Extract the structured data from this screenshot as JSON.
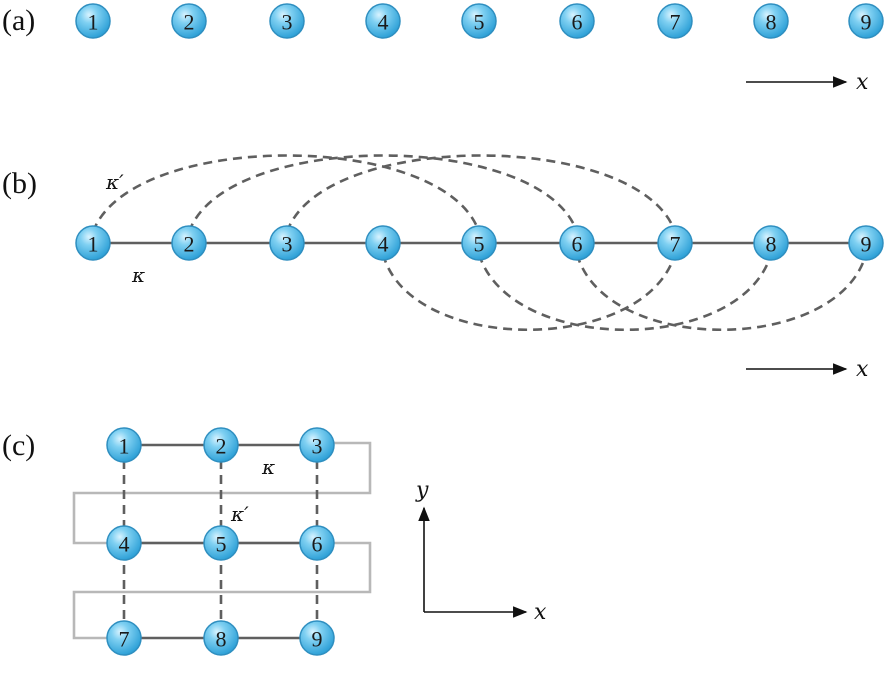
{
  "panel_a": {
    "label": "(a)",
    "nodes": [
      "1",
      "2",
      "3",
      "4",
      "5",
      "6",
      "7",
      "8",
      "9"
    ],
    "axis": "x"
  },
  "panel_b": {
    "label": "(b)",
    "nodes": [
      "1",
      "2",
      "3",
      "4",
      "5",
      "6",
      "7",
      "8",
      "9"
    ],
    "kappa_prime": "κ′",
    "kappa": "κ",
    "axis": "x"
  },
  "panel_c": {
    "label": "(c)",
    "grid": [
      [
        "1",
        "2",
        "3"
      ],
      [
        "4",
        "5",
        "6"
      ],
      [
        "7",
        "8",
        "9"
      ]
    ],
    "kappa": "κ",
    "kappa_prime": "κ′",
    "axis_x": "x",
    "axis_y": "y"
  },
  "colors": {
    "node_fill": "#4fb8e6",
    "node_stroke": "#2f8fc0",
    "link": "#5f5f5f",
    "snake": "#b8b8b8"
  }
}
